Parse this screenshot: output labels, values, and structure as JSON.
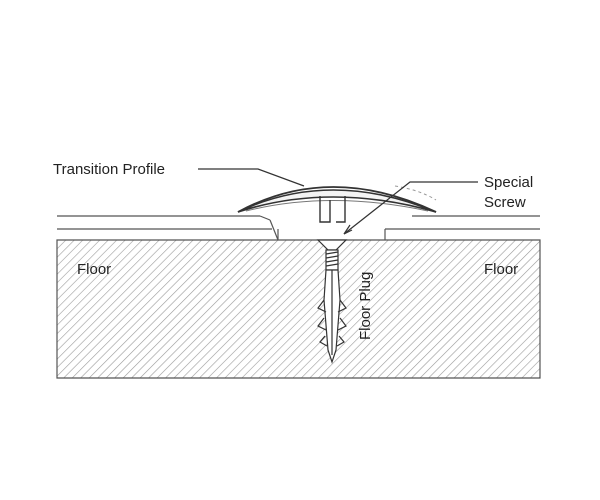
{
  "labels": {
    "transition_profile": "Transition Profile",
    "special": "Special",
    "screw": "Screw",
    "floor_left": "Floor",
    "floor_right": "Floor",
    "floor_plug": "Floor Plug"
  },
  "colors": {
    "line": "#444444",
    "hatch": "#9a9a9a",
    "background": "#ffffff"
  }
}
